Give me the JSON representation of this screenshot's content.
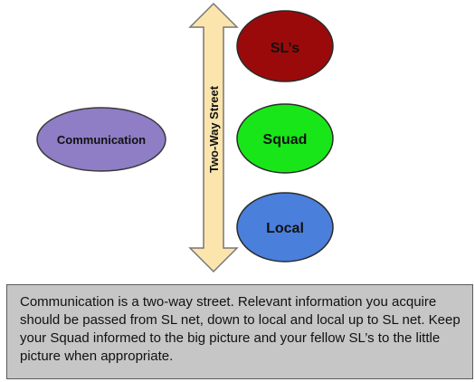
{
  "diagram": {
    "center_label": "Communication",
    "arrow_label": "Two-Way Street",
    "levels": [
      {
        "label": "SL’s",
        "color": "#9b0a0a"
      },
      {
        "label": "Squad",
        "color": "#19e619"
      },
      {
        "label": "Local",
        "color": "#4a7fdc"
      }
    ],
    "center_color": "#8f7dc6",
    "arrow_color": "#fbe5ad"
  },
  "caption": {
    "text": "Communication is a two-way street. Relevant information you acquire should be passed from SL net, down to local and local up to SL net. Keep your Squad informed to the big picture and your fellow SL’s to the little picture when appropriate."
  }
}
